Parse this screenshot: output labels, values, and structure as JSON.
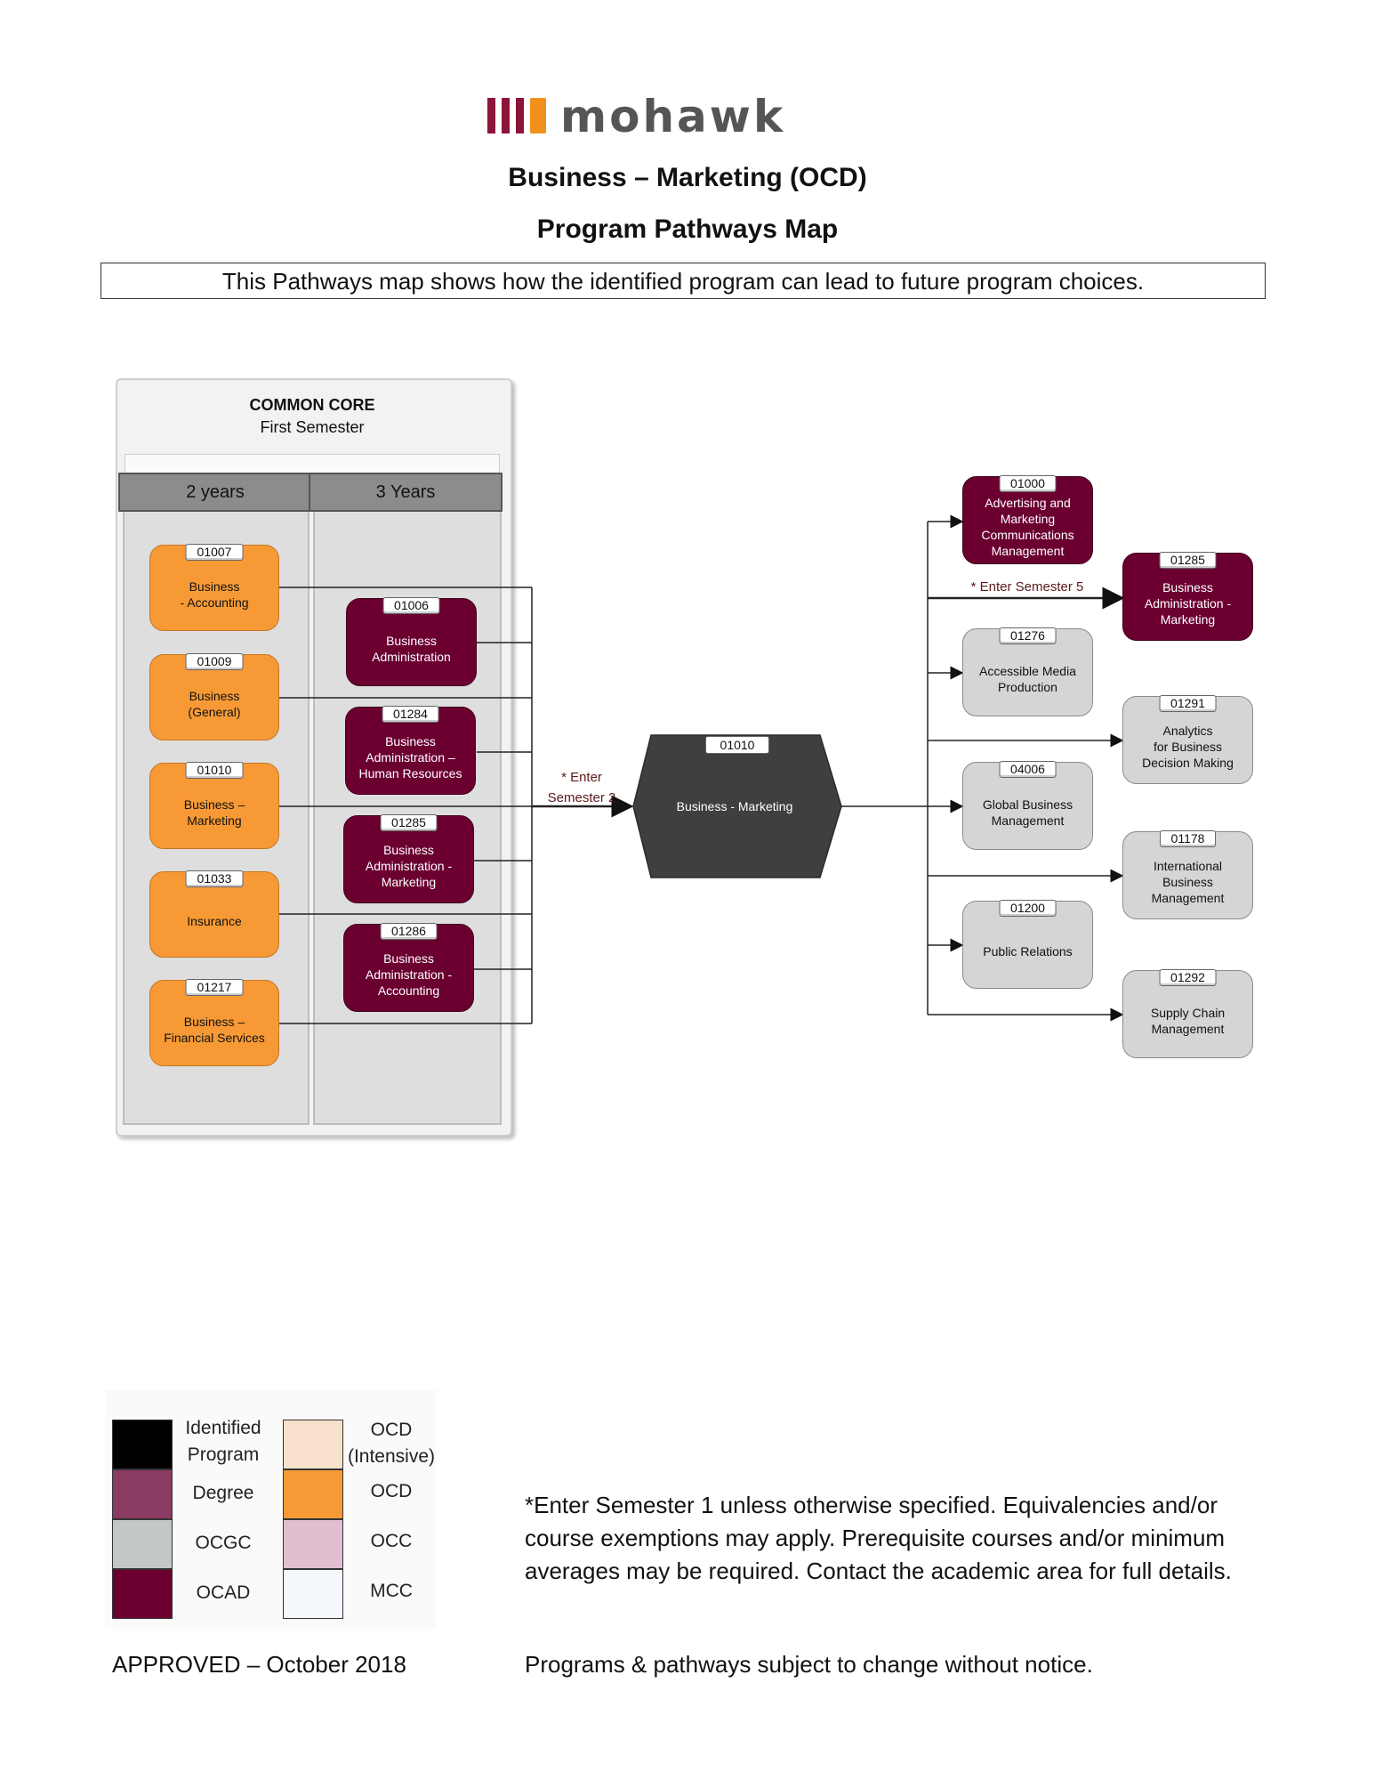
{
  "header": {
    "logo_text": "MOHAWK",
    "title": "Business – Marketing (OCD)",
    "subtitle": "Program Pathways Map",
    "intro": "This Pathways map shows how the identified program can lead to future program choices."
  },
  "common_core": {
    "title": "COMMON CORE",
    "subtitle": "First Semester",
    "columns": [
      "2 years",
      "3 Years"
    ],
    "two_year": [
      {
        "code": "01007",
        "name": "Business\n- Accounting"
      },
      {
        "code": "01009",
        "name": "Business\n(General)"
      },
      {
        "code": "01010",
        "name": "Business –\nMarketing"
      },
      {
        "code": "01033",
        "name": "Insurance"
      },
      {
        "code": "01217",
        "name": "Business –\nFinancial Services"
      }
    ],
    "three_year": [
      {
        "code": "01006",
        "name": "Business\nAdministration"
      },
      {
        "code": "01284",
        "name": "Business\nAdministration –\nHuman Resources"
      },
      {
        "code": "01285",
        "name": "Business\nAdministration -\nMarketing"
      },
      {
        "code": "01286",
        "name": "Business\nAdministration -\nAccounting"
      }
    ]
  },
  "entry_note": "* Enter\nSemester 2",
  "identified": {
    "code": "01010",
    "name": "Business - Marketing"
  },
  "semester5_note": "* Enter Semester 5",
  "pathways": [
    {
      "code": "01000",
      "name": "Advertising and\nMarketing\nCommunications\nManagement",
      "type": "OCAD"
    },
    {
      "code": "01285",
      "name": "Business\nAdministration -\nMarketing",
      "type": "OCAD"
    },
    {
      "code": "01276",
      "name": "Accessible Media\nProduction",
      "type": "OCGC"
    },
    {
      "code": "01291",
      "name": "Analytics\nfor Business\nDecision Making",
      "type": "OCGC"
    },
    {
      "code": "04006",
      "name": "Global Business\nManagement",
      "type": "OCGC"
    },
    {
      "code": "01178",
      "name": "International\nBusiness\nManagement",
      "type": "OCGC"
    },
    {
      "code": "01200",
      "name": "Public Relations",
      "type": "OCGC"
    },
    {
      "code": "01292",
      "name": "Supply Chain\nManagement",
      "type": "OCGC"
    }
  ],
  "legend": [
    {
      "label": "Identified\nProgram",
      "color": "#000000"
    },
    {
      "label": "Degree",
      "color": "#8b3a62"
    },
    {
      "label": "OCGC",
      "color": "#c4c7c8"
    },
    {
      "label": "OCAD",
      "color": "#6b0030"
    },
    {
      "label": "OCD\n(Intensive)",
      "color": "#f7e0cc"
    },
    {
      "label": "OCD",
      "color": "#f79a36"
    },
    {
      "label": "OCC",
      "color": "#e2bfd0"
    },
    {
      "label": "MCC",
      "color": "#f4f8fc"
    }
  ],
  "footnote": "*Enter Semester 1 unless otherwise specified. Equivalencies and/or course exemptions may apply. Prerequisite courses and/or minimum averages may be required. Contact the academic area for full details.",
  "approved": "APPROVED – October 2018",
  "disclaimer": "Programs & pathways subject to change without notice."
}
